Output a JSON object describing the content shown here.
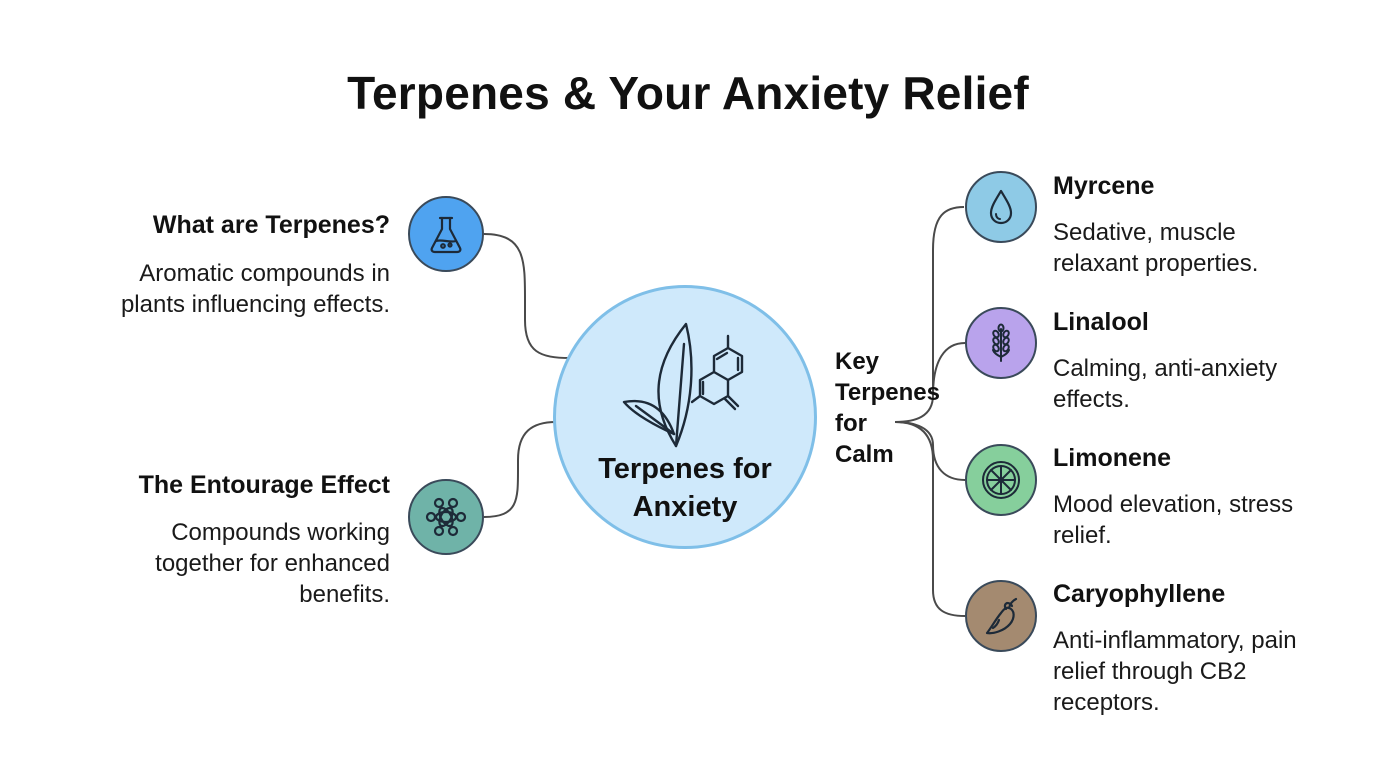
{
  "title": "Terpenes & Your Anxiety Relief",
  "hub": {
    "label_line1": "Terpenes for",
    "label_line2": "Anxiety"
  },
  "left_nodes": [
    {
      "heading": "What are Terpenes?",
      "desc_line1": "Aromatic compounds in",
      "desc_line2": "plants influencing effects.",
      "icon": "flask-icon",
      "color": "#4fa3f0"
    },
    {
      "heading": "The Entourage Effect",
      "desc_line1": "Compounds working",
      "desc_line2": "together for enhanced",
      "desc_line3": "benefits.",
      "icon": "network-icon",
      "color": "#6fb3a8"
    }
  ],
  "branch": {
    "line1": "Key",
    "line2": "Terpenes",
    "line3": "for",
    "line4": "Calm"
  },
  "right_nodes": [
    {
      "heading": "Myrcene",
      "desc_line1": "Sedative, muscle",
      "desc_line2": "relaxant properties.",
      "icon": "droplet-icon",
      "color": "#8ecae6"
    },
    {
      "heading": "Linalool",
      "desc_line1": "Calming, anti-anxiety",
      "desc_line2": "effects.",
      "icon": "lavender-icon",
      "color": "#b9a3ec"
    },
    {
      "heading": "Limonene",
      "desc_line1": "Mood elevation, stress",
      "desc_line2": "relief.",
      "icon": "citrus-slice-icon",
      "color": "#86cf9c"
    },
    {
      "heading": "Caryophyllene",
      "desc_line1": "Anti-inflammatory, pain",
      "desc_line2": "relief through CB2",
      "desc_line3": "receptors.",
      "icon": "pepper-icon",
      "color": "#a48a70"
    }
  ]
}
